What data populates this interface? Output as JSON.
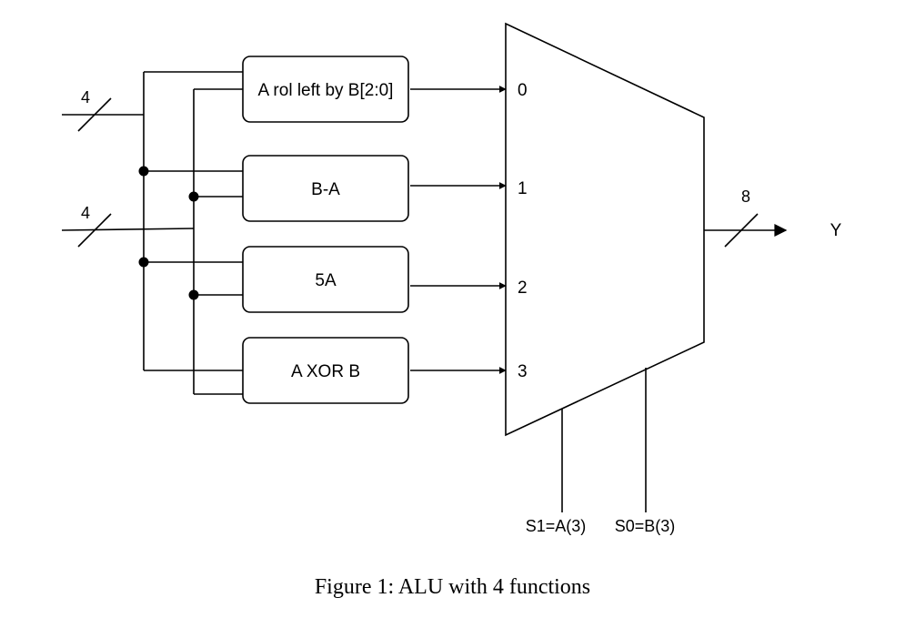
{
  "diagram": {
    "inputs": {
      "a_width": "4",
      "b_width": "4"
    },
    "blocks": [
      {
        "label": "A rol left by B[2:0]"
      },
      {
        "label": "B-A"
      },
      {
        "label": "5A"
      },
      {
        "label": "A XOR B"
      }
    ],
    "mux": {
      "input_labels": [
        "0",
        "1",
        "2",
        "3"
      ],
      "select_labels": [
        "S1=A(3)",
        "S0=B(3)"
      ]
    },
    "output": {
      "width": "8",
      "name": "Y"
    }
  },
  "caption": "Figure 1: ALU with 4 functions"
}
